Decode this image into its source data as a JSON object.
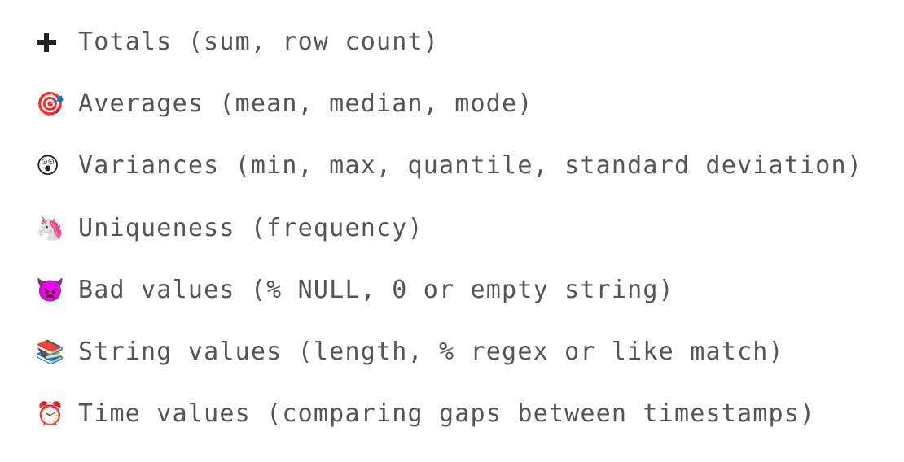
{
  "items": [
    {
      "icon": "heavy-plus-icon",
      "glyph": "",
      "label": "Totals (sum, row count)"
    },
    {
      "icon": "direct-hit-target-icon",
      "glyph": "🎯",
      "label": "Averages (mean, median, mode)"
    },
    {
      "icon": "hushed-face-icon",
      "glyph": "😲",
      "label": "Variances (min, max, quantile, standard deviation)"
    },
    {
      "icon": "unicorn-icon",
      "glyph": "🦄",
      "label": "Uniqueness (frequency)"
    },
    {
      "icon": "angry-devil-icon",
      "glyph": "👿",
      "label": "Bad values (% NULL, 0 or empty string)"
    },
    {
      "icon": "books-icon",
      "glyph": "📚",
      "label": "String values (length, % regex or like match)"
    },
    {
      "icon": "alarm-clock-icon",
      "glyph": "⏰",
      "label": "Time values (comparing gaps between timestamps)"
    }
  ],
  "colors": {
    "text": "#555555",
    "plus": "#222222",
    "background": "#ffffff"
  }
}
